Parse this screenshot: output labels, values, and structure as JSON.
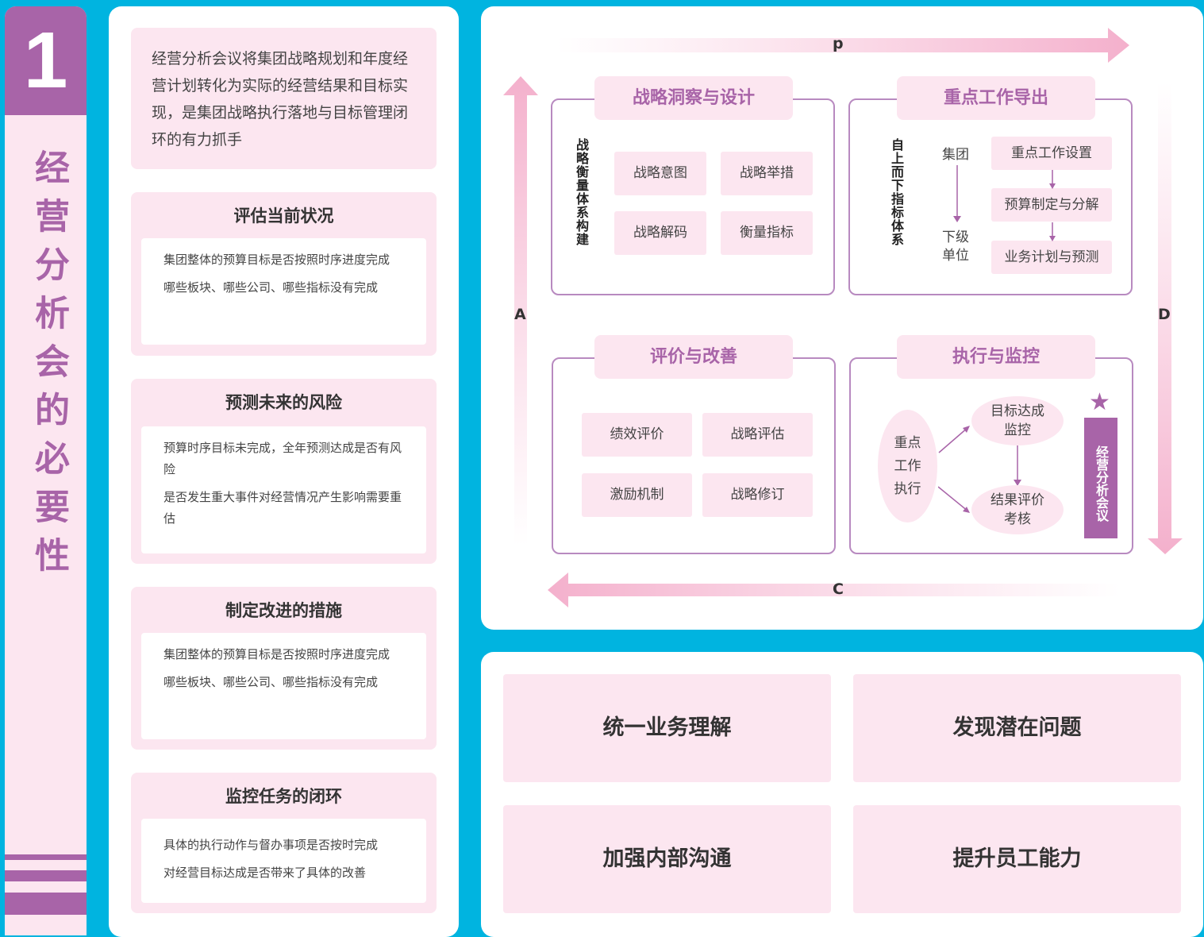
{
  "side": {
    "number": "1",
    "title": "经营分析会的必要性"
  },
  "intro": "经营分析会议将集团战略规划和年度经营计划转化为实际的经营结果和目标实现，是集团战略执行落地与目标管理闭环的有力抓手",
  "sections": [
    {
      "title": "评估当前状况",
      "items": [
        "集团整体的预算目标是否按照时序进度完成",
        "哪些板块、哪些公司、哪些指标没有完成"
      ]
    },
    {
      "title": "预测未来的风险",
      "items": [
        "预算时序目标未完成，全年预测达成是否有风险",
        "是否发生重大事件对经营情况产生影响需要重估"
      ]
    },
    {
      "title": "制定改进的措施",
      "items": [
        "集团整体的预算目标是否按照时序进度完成",
        "哪些板块、哪些公司、哪些指标没有完成"
      ]
    },
    {
      "title": "监控任务的闭环",
      "items": [
        "具体的执行动作与督办事项是否按时完成",
        "对经营目标达成是否带来了具体的改善"
      ]
    }
  ],
  "cycle": {
    "labels": {
      "p": "p",
      "a": "A",
      "d": "D",
      "c": "C"
    },
    "q1": {
      "title": "战略洞察与设计",
      "arrow": "战略衡量体系构建",
      "cells": [
        "战略意图",
        "战略举措",
        "战略解码",
        "衡量指标"
      ]
    },
    "q2": {
      "title": "重点工作导出",
      "arrow": "自上而下指标体系",
      "top": "集团",
      "bottom": "下级单位",
      "steps": [
        "重点工作设置",
        "预算制定与分解",
        "业务计划与预测"
      ]
    },
    "q3": {
      "title": "评价与改善",
      "cells": [
        "绩效评价",
        "战略评估",
        "激励机制",
        "战略修订"
      ]
    },
    "q4": {
      "title": "执行与监控",
      "source": "重点工作执行",
      "target1": "目标达成监控",
      "target2": "结果评价考核",
      "badge": "经营分析会议"
    }
  },
  "benefits": [
    "统一业务理解",
    "发现潜在问题",
    "加强内部沟通",
    "提升员工能力"
  ],
  "colors": {
    "bg": "#00b4e0",
    "purple": "#a864a8",
    "pink": "#fce6f0"
  }
}
